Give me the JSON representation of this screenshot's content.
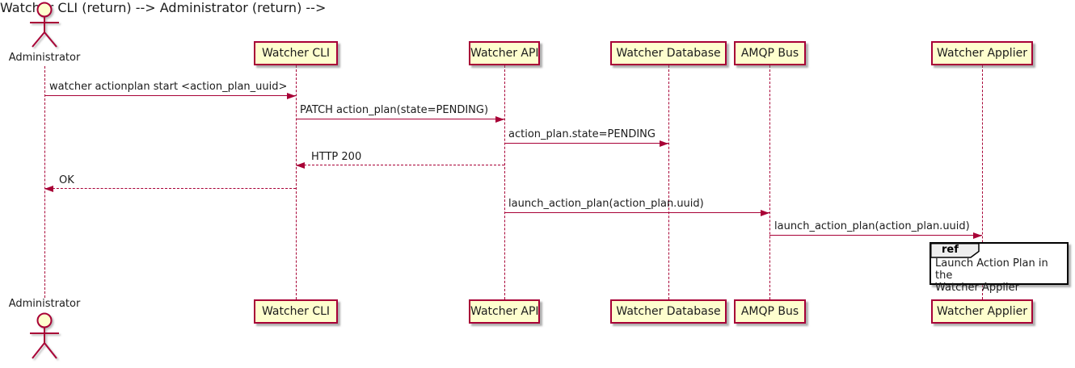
{
  "diagram": {
    "type": "sequence",
    "actor": {
      "name": "Administrator"
    },
    "participants": [
      {
        "name": "Watcher CLI"
      },
      {
        "name": "Watcher API"
      },
      {
        "name": "Watcher Database"
      },
      {
        "name": "AMQP Bus"
      },
      {
        "name": "Watcher Applier"
      }
    ],
    "messages": [
      {
        "from": "Administrator",
        "to": "Watcher CLI",
        "label": "watcher actionplan start <action_plan_uuid>",
        "style": "solid"
      },
      {
        "from": "Watcher CLI",
        "to": "Watcher API",
        "label": "PATCH action_plan(state=PENDING)",
        "style": "solid"
      },
      {
        "from": "Watcher API",
        "to": "Watcher Database",
        "label": "action_plan.state=PENDING",
        "style": "solid"
      },
      {
        "from": "Watcher API",
        "to": "Watcher CLI",
        "label": "HTTP 200",
        "style": "dashed"
      },
      {
        "from": "Watcher CLI",
        "to": "Administrator",
        "label": "OK",
        "style": "dashed"
      },
      {
        "from": "Watcher API",
        "to": "AMQP Bus",
        "label": "launch_action_plan(action_plan.uuid)",
        "style": "solid"
      },
      {
        "from": "AMQP Bus",
        "to": "Watcher Applier",
        "label": "launch_action_plan(action_plan.uuid)",
        "style": "solid"
      }
    ],
    "ref": {
      "keyword": "ref",
      "over": "Watcher Applier",
      "label": "Launch Action Plan in the\nWatcher Applier"
    },
    "colors": {
      "accent": "#A80036",
      "participant_fill": "#FEFECE",
      "ref_tab_fill": "#EEEEEE",
      "ref_border": "#000000",
      "background": "#FFFFFF",
      "text": "#1C1C1C"
    }
  }
}
